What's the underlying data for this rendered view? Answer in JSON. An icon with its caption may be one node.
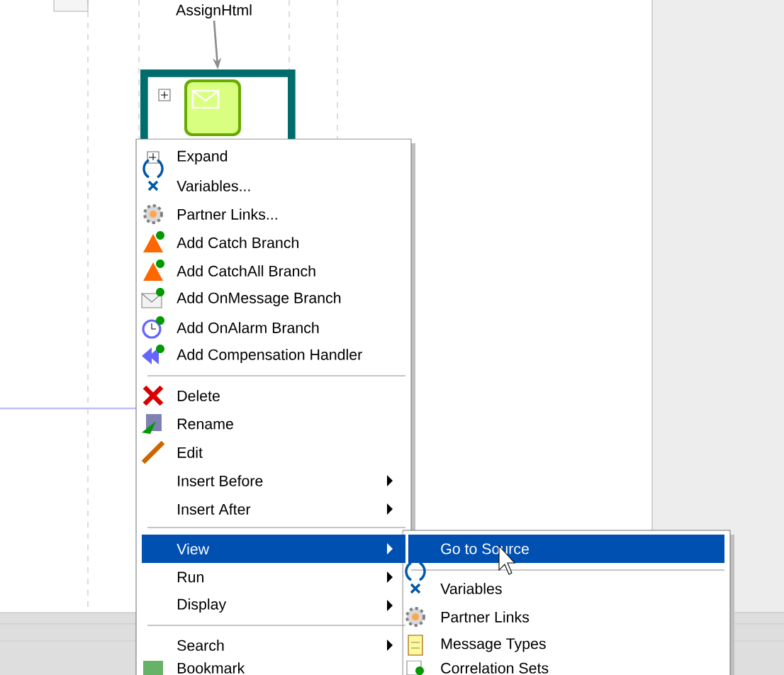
{
  "diagram": {
    "nodes": [
      {
        "text": [
          "AssignHtml"
        ]
      },
      {
        "text": [],
        "shape": "box"
      }
    ],
    "edges": [
      {
        "from": 0,
        "to": 1,
        "arrow": "to"
      }
    ],
    "labels": [
      "Expand",
      "Variables...",
      "Partner Links...",
      "Add Catch Branch",
      "Add CatchAll Branch",
      "Add OnMessage Branch",
      "Add OnAlarm Branch",
      "Add Compensation Handler",
      "Delete",
      "Rename",
      "Edit",
      "Insert Before",
      "Insert After",
      "View",
      "Run",
      "Display",
      "Search",
      "Bookmark",
      "Go to Source",
      "Variables",
      "Partner Links",
      "Message Types",
      "Correlation Sets"
    ]
  }
}
